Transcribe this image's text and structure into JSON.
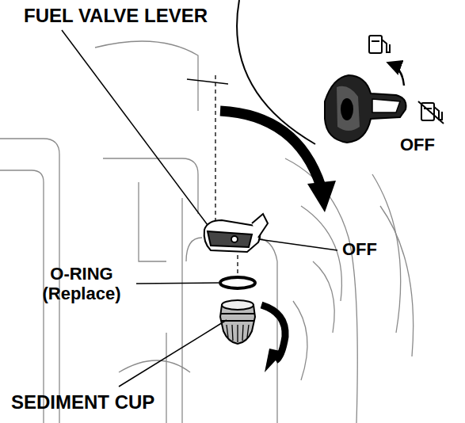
{
  "diagram": {
    "labels": [
      "FUEL VALVE LEVER",
      "OFF",
      "OFF",
      "O-RING (Replace)",
      "SEDIMENT CUP"
    ]
  }
}
